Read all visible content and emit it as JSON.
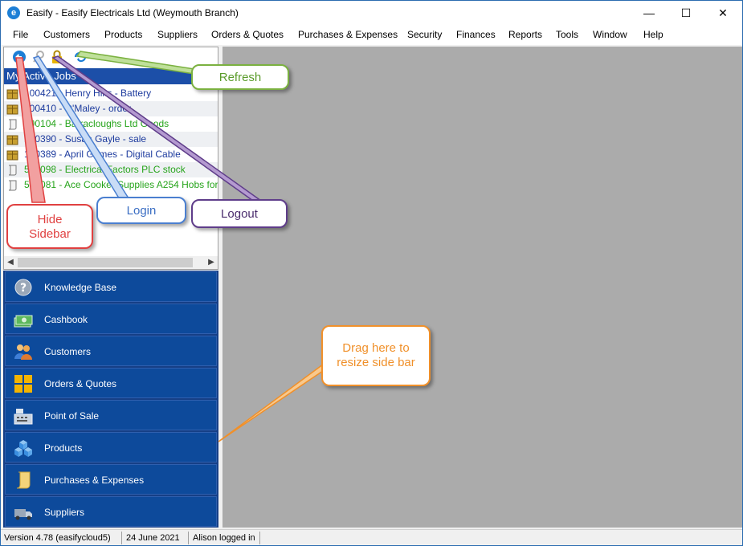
{
  "window": {
    "title": "Easify - Easify Electricals Ltd (Weymouth Branch)",
    "minimize": "—",
    "maximize": "☐",
    "close": "✕"
  },
  "menu": [
    "File",
    "Customers",
    "Products",
    "Suppliers",
    "Orders & Quotes",
    "Purchases & Expenses",
    "Security",
    "Finances",
    "Reports",
    "Tools",
    "Window",
    "Help"
  ],
  "sidebar": {
    "header": "My Active Jobs",
    "jobs": [
      {
        "text": "100421 - Henry Hilts - Battery",
        "color": "blue",
        "icon": "box-icon"
      },
      {
        "text": "100410 - O'Maley - order",
        "color": "blue",
        "icon": "box-icon"
      },
      {
        "text": "500104 - Barracloughs Ltd Goods",
        "color": "green",
        "icon": "scroll-icon"
      },
      {
        "text": "100390 - Susan Gayle - sale",
        "color": "blue",
        "icon": "box-icon"
      },
      {
        "text": "100389 - April Grimes - Digital Cable",
        "color": "blue",
        "icon": "box-icon"
      },
      {
        "text": "500098 - Electrical Factors PLC stock",
        "color": "green",
        "icon": "scroll-icon"
      },
      {
        "text": "500081 - Ace Cooker Supplies A254 Hobs for",
        "color": "green",
        "icon": "scroll-icon"
      }
    ],
    "nav": [
      {
        "label": "Knowledge Base",
        "icon": "question-icon"
      },
      {
        "label": "Cashbook",
        "icon": "cash-icon"
      },
      {
        "label": "Customers",
        "icon": "people-icon"
      },
      {
        "label": "Orders & Quotes",
        "icon": "grid-icon"
      },
      {
        "label": "Point of Sale",
        "icon": "till-icon"
      },
      {
        "label": "Products",
        "icon": "cubes-icon"
      },
      {
        "label": "Purchases & Expenses",
        "icon": "scroll-icon"
      },
      {
        "label": "Suppliers",
        "icon": "truck-icon"
      }
    ]
  },
  "status": {
    "version": "Version 4.78 (easifycloud5)",
    "date": "24 June 2021",
    "user": "Alison logged in"
  },
  "callouts": {
    "hide_sidebar": [
      "Hide",
      "Sidebar"
    ],
    "login": "Login",
    "logout": "Logout",
    "refresh": "Refresh",
    "resize": [
      "Drag here to",
      "resize side bar"
    ]
  },
  "colors": {
    "nav_bg": "#0d4a9b",
    "header_bg": "#1c4fa8",
    "job_blue": "#1d3b9e",
    "job_green": "#26a41b",
    "workspace": "#ababab"
  }
}
